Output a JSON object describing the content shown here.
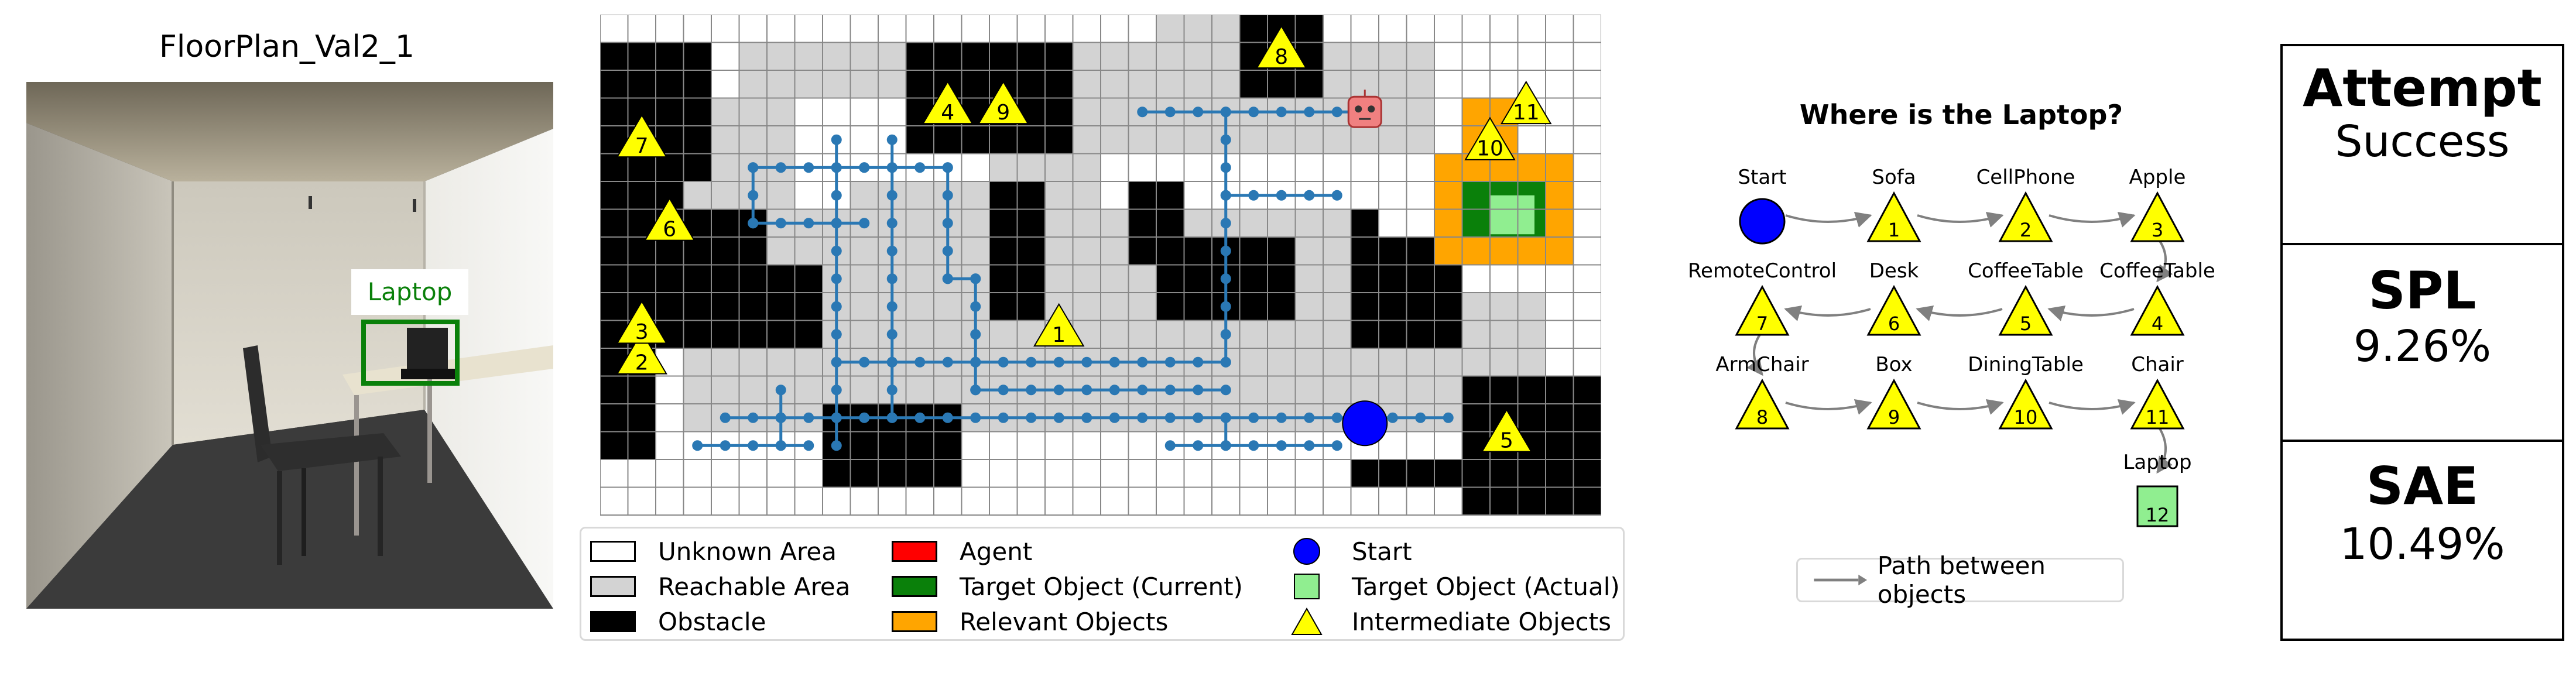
{
  "scene": {
    "title": "FloorPlan_Val2_1",
    "detection_label": "Laptop"
  },
  "map": {
    "grid_cols": 36,
    "grid_rows": 18,
    "colors": {
      "unknown": "#ffffff",
      "reachable": "#d3d3d3",
      "obstacle": "#000000",
      "agent": "#ff0000",
      "target_current": "#0a800a",
      "relevant": "#ffa500",
      "start": "#0000ff",
      "target_actual": "#90ee90",
      "intermediate": "#ffff00",
      "path": "#2a78b4",
      "robot": "#f08080"
    },
    "markers": [
      {
        "label": "1"
      },
      {
        "label": "2"
      },
      {
        "label": "3"
      },
      {
        "label": "4"
      },
      {
        "label": "5"
      },
      {
        "label": "6"
      },
      {
        "label": "7"
      },
      {
        "label": "8"
      },
      {
        "label": "9"
      },
      {
        "label": "10"
      },
      {
        "label": "11"
      }
    ]
  },
  "legend": {
    "items": [
      {
        "label": "Unknown Area",
        "kind": "swatch",
        "color": "#ffffff"
      },
      {
        "label": "Reachable Area",
        "kind": "swatch",
        "color": "#d3d3d3"
      },
      {
        "label": "Obstacle",
        "kind": "swatch",
        "color": "#000000"
      },
      {
        "label": "Agent",
        "kind": "swatch",
        "color": "#ff0000"
      },
      {
        "label": "Target Object (Current)",
        "kind": "swatch",
        "color": "#0a800a"
      },
      {
        "label": "Relevant Objects",
        "kind": "swatch",
        "color": "#ffa500"
      },
      {
        "label": "Start",
        "kind": "circle",
        "color": "#0000ff"
      },
      {
        "label": "Target Object (Actual)",
        "kind": "square",
        "color": "#90ee90"
      },
      {
        "label": "Intermediate Objects",
        "kind": "triangle",
        "color": "#ffff00"
      }
    ]
  },
  "graph": {
    "title": "Where is the Laptop?",
    "nodes": [
      {
        "name": "Start",
        "label": "",
        "shape": "circle"
      },
      {
        "name": "Sofa",
        "label": "1",
        "shape": "triangle"
      },
      {
        "name": "CellPhone",
        "label": "2",
        "shape": "triangle"
      },
      {
        "name": "Apple",
        "label": "3",
        "shape": "triangle"
      },
      {
        "name": "CoffeeTable",
        "label": "4",
        "shape": "triangle"
      },
      {
        "name": "CoffeeTable",
        "label": "5",
        "shape": "triangle"
      },
      {
        "name": "Desk",
        "label": "6",
        "shape": "triangle"
      },
      {
        "name": "RemoteControl",
        "label": "7",
        "shape": "triangle"
      },
      {
        "name": "ArmChair",
        "label": "8",
        "shape": "triangle"
      },
      {
        "name": "Box",
        "label": "9",
        "shape": "triangle"
      },
      {
        "name": "DiningTable",
        "label": "10",
        "shape": "triangle"
      },
      {
        "name": "Chair",
        "label": "11",
        "shape": "triangle"
      },
      {
        "name": "Laptop",
        "label": "12",
        "shape": "square"
      }
    ],
    "legend_label": "Path between objects"
  },
  "metrics": {
    "attempt_title": "Attempt",
    "attempt_value": "Success",
    "spl_title": "SPL",
    "spl_value": "9.26%",
    "sae_title": "SAE",
    "sae_value": "10.49%"
  }
}
